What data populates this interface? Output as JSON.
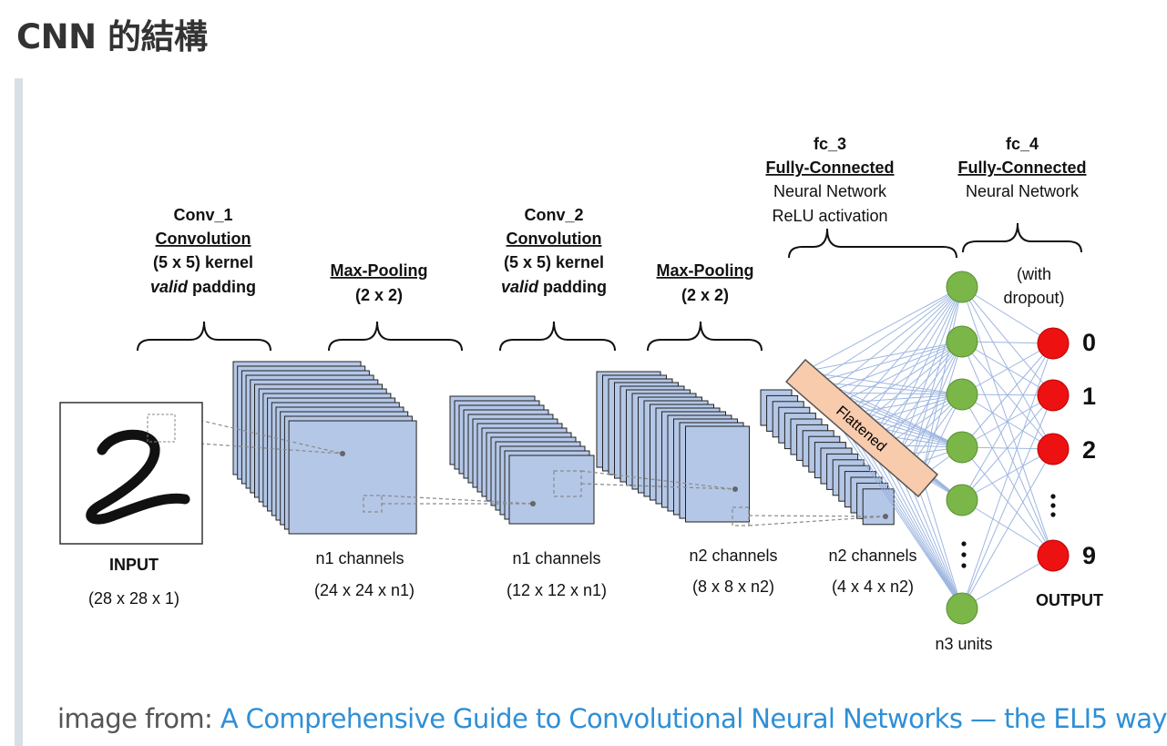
{
  "heading": "CNN 的結構",
  "diagram": {
    "conv1": {
      "name": "Conv_1",
      "type": "Convolution",
      "kernel": "(5 x 5) kernel",
      "padding_em": "valid",
      "padding_rest": " padding"
    },
    "pool1": {
      "name": "Max-Pooling",
      "size": "(2 x 2)"
    },
    "conv2": {
      "name": "Conv_2",
      "type": "Convolution",
      "kernel": "(5 x 5) kernel",
      "padding_em": "valid",
      "padding_rest": " padding"
    },
    "pool2": {
      "name": "Max-Pooling",
      "size": "(2 x 2)"
    },
    "fc3": {
      "name": "fc_3",
      "type": "Fully-Connected",
      "line1": "Neural Network",
      "line2": "ReLU activation"
    },
    "fc4": {
      "name": "fc_4",
      "type": "Fully-Connected",
      "line1": "Neural Network"
    },
    "dropout": [
      "(with",
      "dropout)"
    ],
    "input": {
      "label": "INPUT",
      "dims": "(28 x 28 x 1)"
    },
    "stage1": {
      "channels": "n1 channels",
      "dims": "(24 x 24 x n1)"
    },
    "stage2": {
      "channels": "n1 channels",
      "dims": "(12 x 12 x n1)"
    },
    "stage3": {
      "channels": "n2 channels",
      "dims": "(8 x 8 x n2)"
    },
    "stage4": {
      "channels": "n2 channels",
      "dims": "(4 x 4 x n2)"
    },
    "flattened": "Flattened",
    "hidden_units": "n3 units",
    "output_label": "OUTPUT",
    "output_digits": [
      "0",
      "1",
      "2",
      "9"
    ],
    "colors": {
      "hidden_node": "#7ab648",
      "output_node": "#ee1111",
      "feature_map": "#b4c7e7",
      "flatten_bar": "#f8cbad",
      "connection": "#8eaadb"
    }
  },
  "caption": {
    "prefix": "image from: ",
    "link": "A Comprehensive Guide to Convolutional Neural Networks — the ELI5 way"
  }
}
